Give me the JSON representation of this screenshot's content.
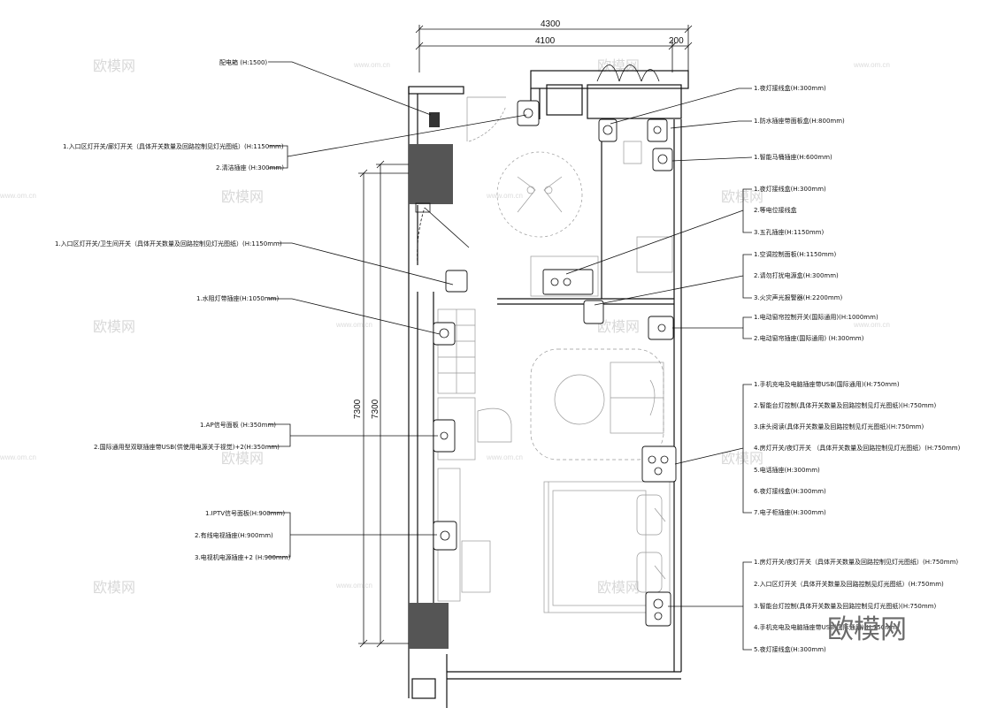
{
  "dimensions": {
    "top_total": "4300",
    "top_main": "4100",
    "top_side": "200",
    "left_outer": "7300",
    "left_inner": "7300"
  },
  "watermark": {
    "text": "欧模网",
    "url": "www.om.cn",
    "corner_text": "欧模网"
  },
  "left_labels": [
    "配电箱 (H:1500)",
    "1.入口区灯开关/廊灯开关（具体开关数量及回路控制见灯光图纸）(H:1150mm)",
    "2.清洁插座 (H:300mm)",
    "1.入口区灯开关/卫生间开关（具体开关数量及回路控制见灯光图纸）(H:1150mm)",
    "1.水阻灯带插座(H:1050mm)",
    "1.AP信号面板 (H:350mm)",
    "2.国际通用型双联插座带USB(供使用电源关于视觉)+2(H:350mm)",
    "1.IPTV信号面板(H:900mm)",
    "2.有线电视插座(H:900mm)",
    "3.电视机电源插座+2 (H:900mm)"
  ],
  "right_labels": [
    "1.夜灯接线盒(H:300mm)",
    "1.防水插座带面板盒(H:800mm)",
    "1.智能马桶插座(H:600mm)",
    "1.夜灯接线盒(H:300mm)",
    "2.等电位接线盒",
    "3.五孔插座(H:1150mm)",
    "1.空调控制面板(H:1150mm)",
    "2.请勿打扰电源盒(H:300mm)",
    "3.火灾声光报警器(H:2200mm)",
    "1.电动窗帘控制开关(国际通用)(H:1000mm)",
    "2.电动窗帘插座(国际通用) (H:300mm)",
    "1.手机充电及电脑插座带USB(国际通用)(H:750mm)",
    "2.智能台灯控制(具体开关数量及回路控制见灯光图纸)(H:750mm)",
    "3.床头阅读(具体开关数量及回路控制见灯光图纸)(H:750mm)",
    "4.房灯开关/夜灯开关 （具体开关数量及回路控制见灯光图纸）(H:750mm)",
    "5.电话插座(H:300mm)",
    "6.夜灯接线盒(H:300mm)",
    "7.电子柜插座(H:300mm)",
    "1.房灯开关/夜灯开关（具体开关数量及回路控制见灯光图纸）(H:750mm)",
    "2.入口区灯开关（具体开关数量及回路控制见灯光图纸）(H:750mm)",
    "3.智能台灯控制(具体开关数量及回路控制见灯光图纸)(H:750mm)",
    "4.手机充电及电脑插座带USB(国际通用)(H:750mm)",
    "5.夜灯接线盒(H:300mm)"
  ]
}
